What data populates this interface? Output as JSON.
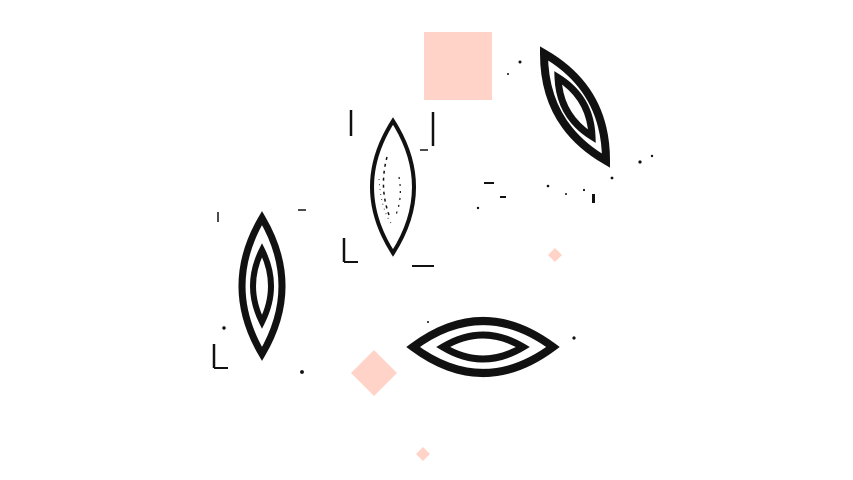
{
  "scene": {
    "background": "#ffffff",
    "colors": {
      "ink": "#111111",
      "accent_peach": "#ffd3c8"
    },
    "shapes": {
      "pointed_ovals": [
        {
          "icon": "double-outline-leaf-icon",
          "style": "double-outline"
        },
        {
          "icon": "sketchy-leaf-icon",
          "style": "single-outline-sketch"
        },
        {
          "icon": "double-outline-leaf-icon",
          "style": "double-outline"
        },
        {
          "icon": "eye-shape-icon",
          "style": "double-outline-horizontal"
        }
      ],
      "accent_shapes": [
        {
          "icon": "square-icon",
          "color": "#ffd3c8"
        },
        {
          "icon": "diamond-icon",
          "color": "#ffd3c8"
        },
        {
          "icon": "diamond-icon",
          "color": "#ffd3c8"
        },
        {
          "icon": "diamond-icon",
          "color": "#ffd3c8"
        }
      ]
    }
  }
}
